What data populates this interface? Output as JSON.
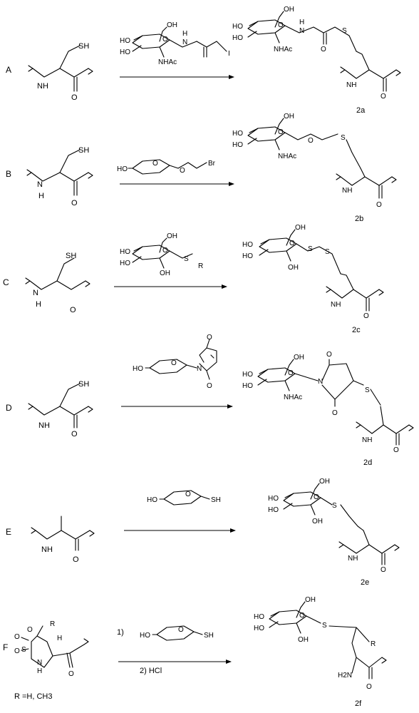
{
  "rows": [
    {
      "letter": "A",
      "start": {
        "label_sh": "SH",
        "label_nh": "NH",
        "label_o": "O"
      },
      "reagent": {
        "labels": [
          "OH",
          "HO",
          "HO",
          "NHAc",
          "O",
          "H",
          "N",
          "I"
        ]
      },
      "product": {
        "labels": [
          "OH",
          "HO",
          "HO",
          "NHAc",
          "O",
          "H",
          "N",
          "S",
          "O",
          "NH",
          "O"
        ],
        "id": "2a"
      }
    },
    {
      "letter": "B",
      "start": {
        "label_sh": "SH",
        "label_n": "N",
        "label_h": "H",
        "label_o": "O"
      },
      "reagent": {
        "labels": [
          "HO",
          "O",
          "O",
          "Br"
        ]
      },
      "product": {
        "labels": [
          "OH",
          "HO",
          "HO",
          "NHAc",
          "O",
          "O",
          "S",
          "NH",
          "O"
        ],
        "id": "2b"
      }
    },
    {
      "letter": "C",
      "start": {
        "label_sh": "SH",
        "label_n": "N",
        "label_h": "H",
        "label_o": "O"
      },
      "reagent": {
        "labels": [
          "OH",
          "HO",
          "HO",
          "OH",
          "O",
          "S",
          "R"
        ]
      },
      "product": {
        "labels": [
          "OH",
          "HO",
          "HO",
          "OH",
          "O",
          "S",
          "S",
          "NH",
          "O"
        ],
        "id": "2c"
      }
    },
    {
      "letter": "D",
      "start": {
        "label_sh": "SH",
        "label_nh": "NH",
        "label_o": "O"
      },
      "reagent": {
        "labels": [
          "HO",
          "O",
          "N",
          "O",
          "O"
        ]
      },
      "product": {
        "labels": [
          "OH",
          "HO",
          "HO",
          "NHAc",
          "O",
          "N",
          "O",
          "O",
          "S",
          "NH",
          "O"
        ],
        "id": "2d"
      }
    },
    {
      "letter": "E",
      "start": {
        "label_nh": "NH",
        "label_o": "O"
      },
      "reagent": {
        "labels": [
          "HO",
          "O",
          "SH"
        ]
      },
      "product": {
        "labels": [
          "OH",
          "HO",
          "HO",
          "OH",
          "O",
          "S",
          "NH",
          "O"
        ],
        "id": "2e"
      }
    },
    {
      "letter": "F",
      "start": {
        "labels": [
          "O",
          "S",
          "O",
          "O",
          "R",
          "H",
          "N",
          "H",
          "O"
        ],
        "note": "R =H, CH3"
      },
      "reagent": {
        "step1": "1)",
        "step2": "2) HCl",
        "labels": [
          "HO",
          "O",
          "SH"
        ]
      },
      "product": {
        "labels": [
          "OH",
          "HO",
          "HO",
          "OH",
          "O",
          "S",
          "R",
          "H2N",
          "O"
        ],
        "id": "2f"
      }
    }
  ]
}
